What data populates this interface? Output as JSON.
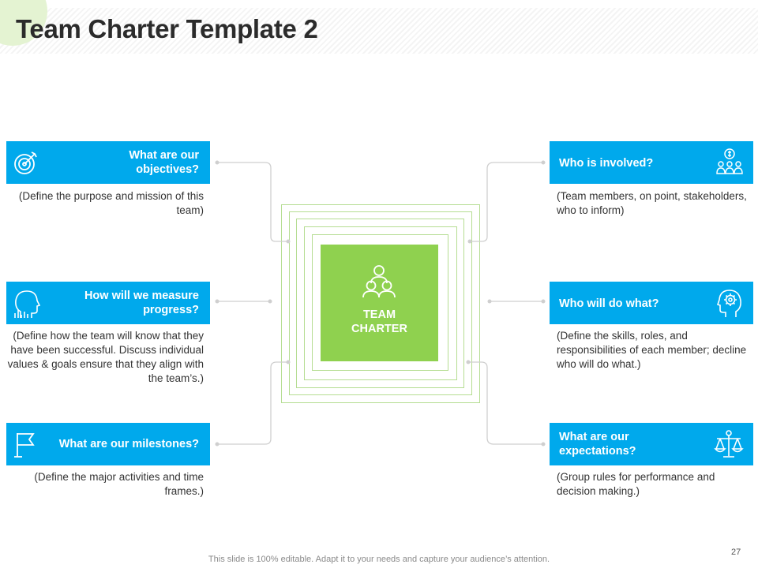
{
  "slide": {
    "title": "Team Charter Template 2",
    "page_number": "27",
    "footer": "This slide is 100% editable. Adapt it to your needs and capture your audience’s attention."
  },
  "center": {
    "label": "TEAM\nCHARTER",
    "icon": "team-people-icon"
  },
  "colors": {
    "card_blue": "#00a9ec",
    "center_green": "#8fd14f",
    "frame_green": "#b5dd92",
    "connector_gray": "#cfcfcf"
  },
  "left_items": [
    {
      "title": "What are our\nobjectives?",
      "description": "(Define the purpose and mission of this team)",
      "icon": "target-icon"
    },
    {
      "title": "How will we measure\nprogress?",
      "description": "(Define how the team will know that they have been successful. Discuss individual values & goals ensure that they align with the team’s.)",
      "icon": "head-chart-icon"
    },
    {
      "title": "What are our milestones?",
      "description": "(Define the major activities and time frames.)",
      "icon": "flag-icon"
    }
  ],
  "right_items": [
    {
      "title": "Who is involved?",
      "description": "(Team members, on point, stakeholders, who to inform)",
      "icon": "stakeholders-icon"
    },
    {
      "title": "Who will do what?",
      "description": "(Define the skills, roles, and responsibilities of each member; decline who will do what.)",
      "icon": "head-gear-icon"
    },
    {
      "title": "What are our\nexpectations?",
      "description": "(Group rules for performance and decision making.)",
      "icon": "scales-icon"
    }
  ]
}
